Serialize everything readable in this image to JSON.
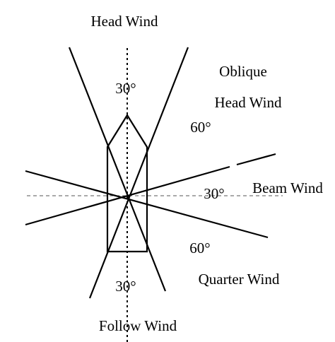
{
  "labels": {
    "head_wind": "Head Wind",
    "oblique": "Oblique",
    "oblique_head_wind": "Head Wind",
    "beam_wind": "Beam Wind",
    "quarter_wind": "Quarter Wind",
    "follow_wind": "Follow Wind"
  },
  "angles": {
    "top_30": "30°",
    "upper_60": "60°",
    "right_30": "30°",
    "lower_60": "60°",
    "bottom_30": "30°"
  }
}
